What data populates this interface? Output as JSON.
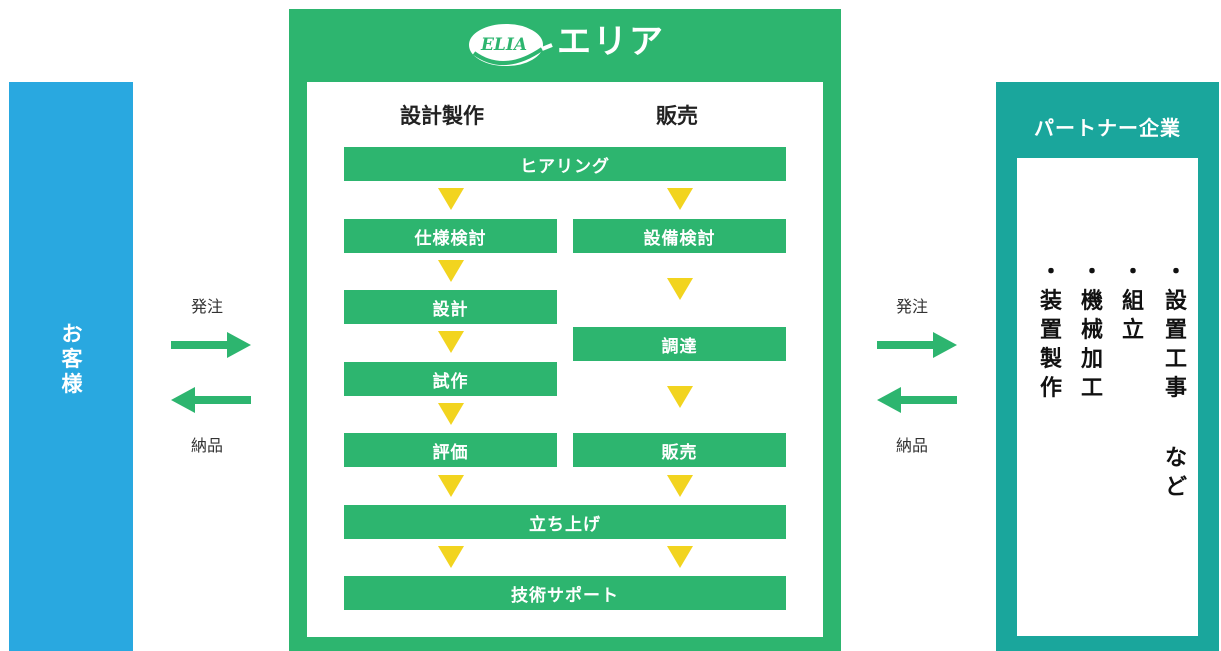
{
  "customer": {
    "label": "お客様",
    "color": "#29a8e0"
  },
  "left_flow": {
    "order_label": "発注",
    "deliver_label": "納品"
  },
  "right_flow": {
    "order_label": "発注",
    "deliver_label": "納品"
  },
  "company": {
    "name": "エリア",
    "logo_text": "ELIA",
    "color": "#2db56f",
    "columns": {
      "design": "設計製作",
      "sales": "販売"
    },
    "steps": {
      "hearing": "ヒアリング",
      "spec_review": "仕様検討",
      "equipment_review": "設備検討",
      "design": "設計",
      "procurement": "調達",
      "prototype": "試作",
      "evaluation": "評価",
      "sales": "販売",
      "startup": "立ち上げ",
      "support": "技術サポート"
    }
  },
  "partner": {
    "title": "パートナー企業",
    "color": "#1aa69c",
    "items": [
      {
        "bullet": "・",
        "text": "設置工事"
      },
      {
        "bullet": "・",
        "text": "組立"
      },
      {
        "bullet": "・",
        "text": "機械加工"
      },
      {
        "bullet": "・",
        "text": "装置製作"
      }
    ],
    "etc": "など"
  }
}
